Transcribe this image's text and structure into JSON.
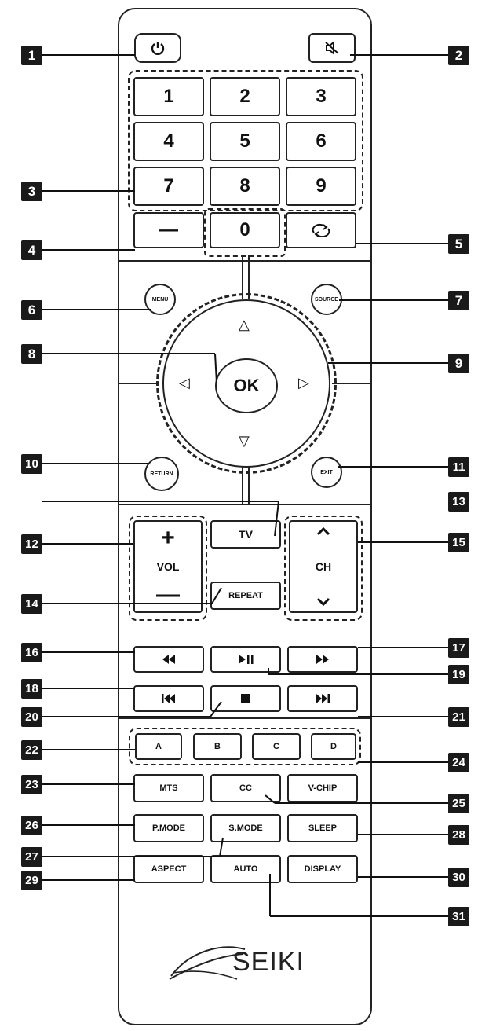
{
  "buttons": {
    "n1": "1",
    "n2": "2",
    "n3": "3",
    "n4": "4",
    "n5": "5",
    "n6": "6",
    "n7": "7",
    "n8": "8",
    "n9": "9",
    "n0": "0",
    "dash": "—",
    "menu": "MENU",
    "source": "SOURCE",
    "ok": "OK",
    "return": "RETURN",
    "exit": "EXIT",
    "tv": "TV",
    "vol": "VOL",
    "ch": "CH",
    "repeat": "REPEAT",
    "a": "A",
    "b": "B",
    "c": "C",
    "d": "D",
    "mts": "MTS",
    "cc": "CC",
    "vchip": "V-CHIP",
    "pmode": "P.MODE",
    "smode": "S.MODE",
    "sleep": "SLEEP",
    "aspect": "ASPECT",
    "auto": "AUTO",
    "display": "DISPLAY"
  },
  "icons": {
    "power": "power-icon",
    "mute": "mute-icon",
    "recall": "recall-icon",
    "vol_up": "plus-icon",
    "vol_down": "minus-icon",
    "ch_up": "chevron-up-icon",
    "ch_down": "chevron-down-icon",
    "rewind": "rewind-icon",
    "play_pause": "play-pause-icon",
    "fast_forward": "fast-forward-icon",
    "prev": "skip-previous-icon",
    "stop": "stop-icon",
    "next": "skip-next-icon"
  },
  "brand": "SEIKI",
  "callouts": [
    "1",
    "2",
    "3",
    "4",
    "5",
    "6",
    "7",
    "8",
    "9",
    "10",
    "11",
    "12",
    "13",
    "14",
    "15",
    "16",
    "17",
    "18",
    "19",
    "20",
    "21",
    "22",
    "23",
    "24",
    "25",
    "26",
    "27",
    "28",
    "29",
    "30",
    "31"
  ]
}
